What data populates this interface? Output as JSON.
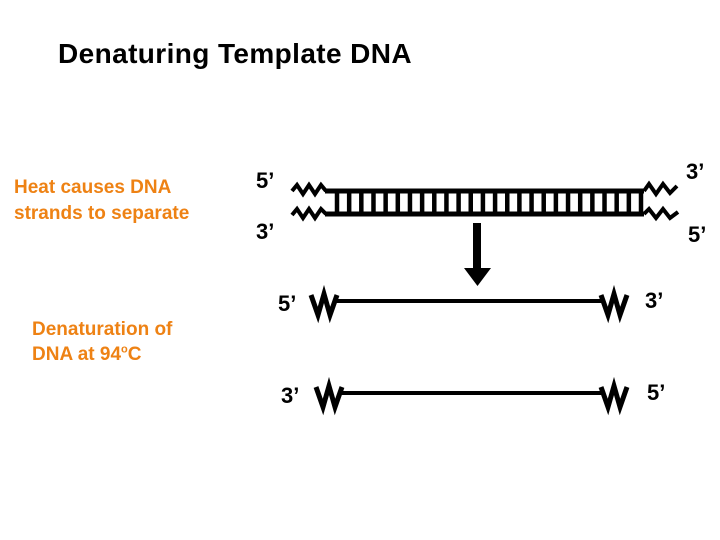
{
  "slide": {
    "title": "Denaturing Template DNA"
  },
  "colors": {
    "background": "#ffffff",
    "ink": "#000000",
    "accent": "#ee8214"
  },
  "captions": {
    "heat": {
      "line1": "Heat causes DNA",
      "line2": "strands to separate"
    },
    "denaturation": {
      "line1": "Denaturation of",
      "line2_prefix": "DNA at 94",
      "line2_sup": "o",
      "line2_suffix": "C"
    }
  },
  "diagram": {
    "double_strand": {
      "left_top_label": "5’",
      "left_bottom_label": "3’",
      "right_top_label": "3’",
      "right_bottom_label": "5’",
      "rung_count": 26
    },
    "separated_strand_top": {
      "left_label": "5’",
      "right_label": "3’"
    },
    "separated_strand_bottom": {
      "left_label": "3’",
      "right_label": "5’"
    }
  }
}
